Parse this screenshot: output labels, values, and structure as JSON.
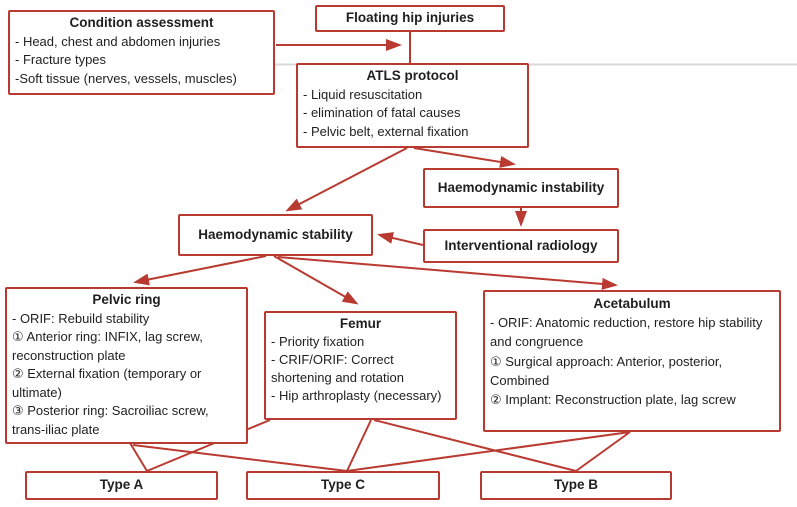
{
  "figure": {
    "type": "flowchart",
    "root": "Floating hip injuries"
  },
  "colors": {
    "accent_red": "#b93a31",
    "text": "#1f1f1f",
    "divider_gray": "#d9d9d9",
    "background": "#ffffff"
  },
  "nodes": {
    "floating": {
      "title": "Floating hip injuries"
    },
    "condition": {
      "title": "Condition assessment",
      "items": [
        "- Head, chest and abdomen injuries",
        "- Fracture types",
        "-Soft tissue (nerves, vessels, muscles)"
      ]
    },
    "atls": {
      "title": "ATLS protocol",
      "items": [
        "- Liquid resuscitation",
        "- elimination of fatal causes",
        "- Pelvic belt, external fixation"
      ]
    },
    "instability": {
      "title": "Haemodynamic instability"
    },
    "radiology": {
      "title": "Interventional radiology"
    },
    "stability": {
      "title": "Haemodynamic stability"
    },
    "pelvic": {
      "title": "Pelvic ring",
      "items": [
        "- ORIF: Rebuild stability",
        "① Anterior ring: INFIX, lag screw, reconstruction plate",
        "② External fixation (temporary or ultimate)",
        "③ Posterior ring: Sacroiliac screw, trans-iliac plate"
      ]
    },
    "femur": {
      "title": "Femur",
      "items": [
        "- Priority fixation",
        "- CRIF/ORIF: Correct shortening and rotation",
        "- Hip arthroplasty (necessary)"
      ]
    },
    "acetabulum": {
      "title": "Acetabulum",
      "items": [
        "- ORIF: Anatomic reduction, restore hip stability and congruence",
        "① Surgical approach: Anterior, posterior, Combined",
        "② Implant: Reconstruction plate, lag screw"
      ]
    },
    "typeA": {
      "title": "Type A"
    },
    "typeC": {
      "title": "Type C"
    },
    "typeB": {
      "title": "Type B"
    }
  },
  "edges": [
    {
      "from": "condition",
      "to": "floating",
      "arrow": true
    },
    {
      "from": "floating",
      "to": "atls",
      "arrow": false
    },
    {
      "from": "atls",
      "to": "stability",
      "arrow": true
    },
    {
      "from": "atls",
      "to": "instability",
      "arrow": true
    },
    {
      "from": "instability",
      "to": "radiology",
      "arrow": true
    },
    {
      "from": "radiology",
      "to": "stability",
      "arrow": true
    },
    {
      "from": "stability",
      "to": "pelvic",
      "arrow": true
    },
    {
      "from": "stability",
      "to": "femur",
      "arrow": true
    },
    {
      "from": "stability",
      "to": "acetabulum",
      "arrow": true
    },
    {
      "from": "pelvic",
      "to": "typeA",
      "arrow": false
    },
    {
      "from": "pelvic",
      "to": "typeC",
      "arrow": false
    },
    {
      "from": "femur",
      "to": "typeA",
      "arrow": false
    },
    {
      "from": "femur",
      "to": "typeC",
      "arrow": false
    },
    {
      "from": "femur",
      "to": "typeB",
      "arrow": false
    },
    {
      "from": "acetabulum",
      "to": "typeC",
      "arrow": false
    },
    {
      "from": "acetabulum",
      "to": "typeB",
      "arrow": false
    }
  ]
}
